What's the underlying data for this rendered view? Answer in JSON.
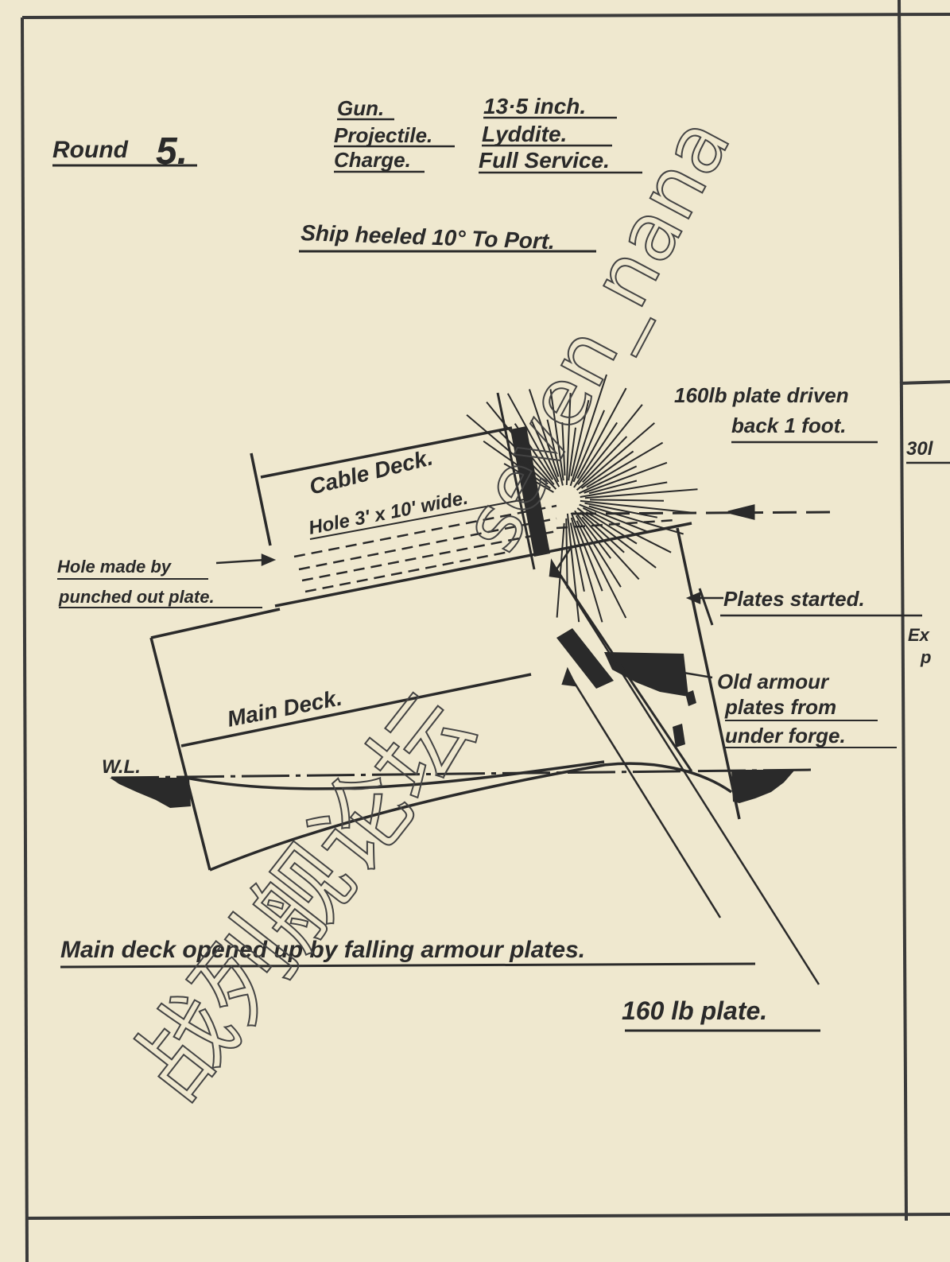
{
  "header": {
    "round_label": "Round",
    "round_number": "5.",
    "spec_labels": [
      "Gun.",
      "Projectile.",
      "Charge."
    ],
    "spec_values": [
      "13·5 inch.",
      "Lyddite.",
      "Full Service."
    ],
    "heel_note": "Ship heeled 10° To Port."
  },
  "annotations": {
    "plate_driven_line1": "160lb plate driven",
    "plate_driven_line2": "back 1 foot.",
    "edge_cut_1": "30l",
    "cable_deck": "Cable Deck.",
    "hole_size": "Hole 3' x 10' wide.",
    "hole_made_line1": "Hole made by",
    "hole_made_line2": "punched out plate.",
    "plates_started": "Plates started.",
    "edge_cut_2": "Ex",
    "edge_cut_3": "p",
    "old_armour_line1": "Old armour",
    "old_armour_line2": "plates from",
    "old_armour_line3": "under forge.",
    "main_deck": "Main Deck.",
    "waterline": "W.L.",
    "main_deck_opened": "Main deck opened up by falling armour plates.",
    "plate_160": "160 lb plate."
  },
  "watermark": {
    "latin": "seven_nana",
    "chinese": "战列舰论坛"
  },
  "colors": {
    "paper": "#efe8cf",
    "ink": "#2a2a2a",
    "watermark": "#444444"
  }
}
